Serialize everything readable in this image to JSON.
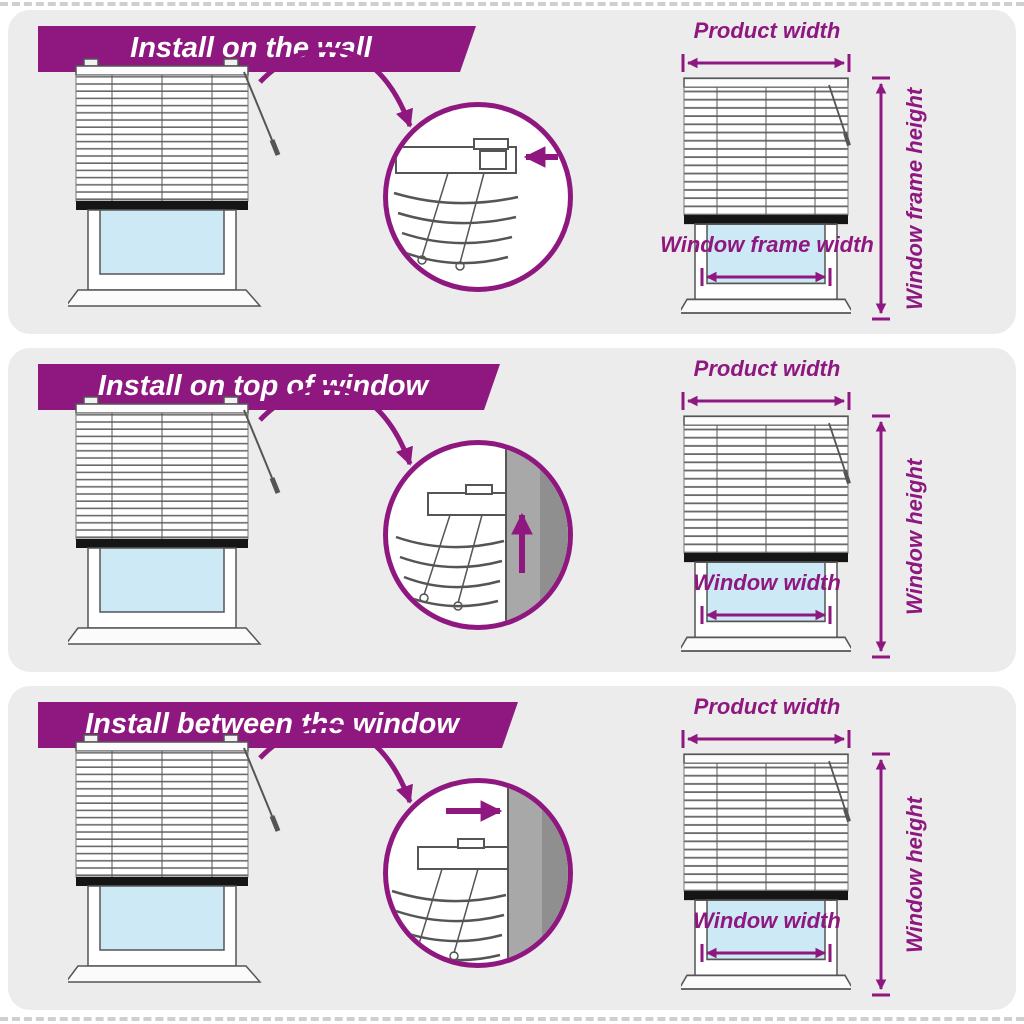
{
  "colors": {
    "accent_purple": "#8e187f",
    "panel_background": "#ececec",
    "glass_blue": "#cde9f5",
    "wall_gray": "#a8a8a8",
    "line_art": "#555555"
  },
  "panels": [
    {
      "title": "Install on the wall",
      "product_width_label": "Product width",
      "window_width_label": "Window frame width",
      "window_height_label": "Window frame height",
      "detail_arrow_direction": "left"
    },
    {
      "title": "Install on top of window",
      "product_width_label": "Product width",
      "window_width_label": "Window width",
      "window_height_label": "Window height",
      "detail_arrow_direction": "up"
    },
    {
      "title": "Install between the window",
      "product_width_label": "Product width",
      "window_width_label": "Window width",
      "window_height_label": "Window height",
      "detail_arrow_direction": "right"
    }
  ]
}
